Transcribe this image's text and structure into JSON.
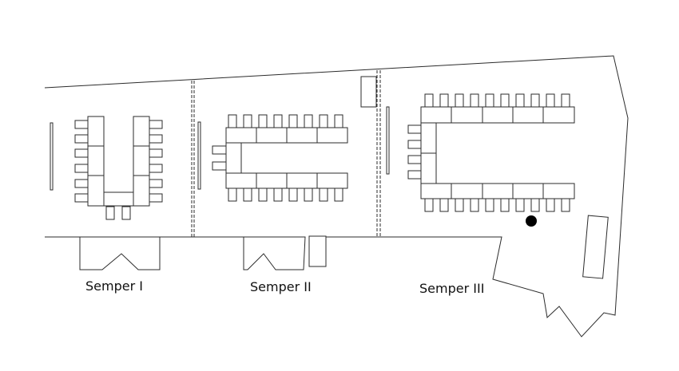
{
  "rooms": [
    {
      "label": "Semper I"
    },
    {
      "label": "Semper II"
    },
    {
      "label": "Semper III"
    }
  ],
  "marker_color": "#000000",
  "line_color": "#2b2b2b"
}
